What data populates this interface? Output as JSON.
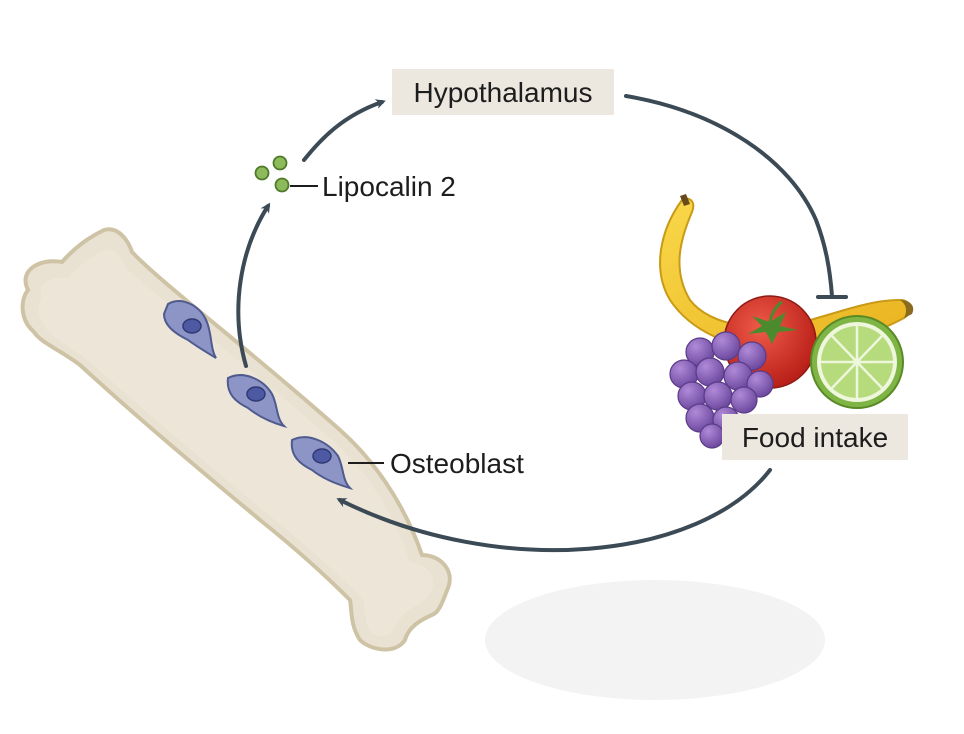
{
  "diagram": {
    "nodes": {
      "hypothalamus": "Hypothalamus",
      "lipocalin": "Lipocalin 2",
      "food_intake": "Food intake",
      "osteoblast": "Osteoblast"
    },
    "colors": {
      "arrow": "#3b4a55",
      "label_box": "#ece7df",
      "bone_fill": "#e9e1d1",
      "bone_outline": "#cfc3a6",
      "cell_fill": "#8d95c7",
      "cell_nucleus": "#4d5aa3",
      "lipocalin_dot": "#8dba5a",
      "banana": "#f3c230",
      "tomato": "#d8322a",
      "grape": "#8a63b8",
      "lime": "#93c55a"
    },
    "edges": [
      {
        "from": "osteoblast",
        "to": "lipocalin",
        "type": "secretes"
      },
      {
        "from": "lipocalin",
        "to": "hypothalamus",
        "type": "activates"
      },
      {
        "from": "hypothalamus",
        "to": "food_intake",
        "type": "inhibits"
      },
      {
        "from": "food_intake",
        "to": "osteoblast",
        "type": "activates"
      }
    ]
  }
}
